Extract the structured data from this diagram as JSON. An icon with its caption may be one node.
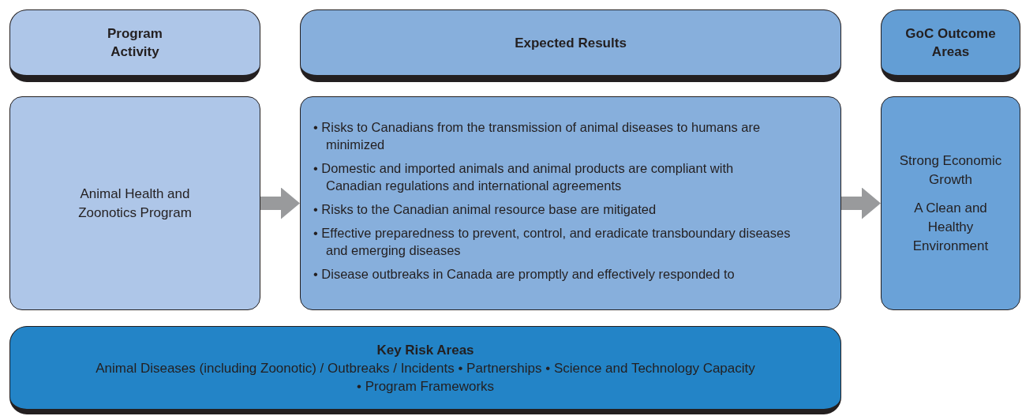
{
  "diagram": {
    "nodes": [
      {
        "text": [
          "Program Activity"
        ]
      },
      {
        "text": [
          "Expected Results"
        ]
      },
      {
        "text": [
          "GoC Outcome Areas"
        ]
      },
      {
        "text": [
          "Animal Health and Zoonotics Program"
        ]
      },
      {
        "text": [
          "• Risks to Canadians from the transmission of animal diseases to humans are minimized",
          "• Domestic and imported animals and animal products are compliant with Canadian regulations and international agreements",
          "• Risks to the Canadian animal resource base are mitigated",
          "• Effective preparedness to prevent, control, and eradicate transboundary diseases and emerging diseases",
          "• Disease outbreaks in Canada are promptly and effectively responded to"
        ]
      },
      {
        "text": [
          "Strong Economic Growth",
          "A Clean and Healthy Environment"
        ]
      },
      {
        "text": [
          "Key Risk Areas",
          "Animal Diseases (including Zoonotic) / Outbreaks / Incidents • Partnerships • Science and Technology Capacity • Program Frameworks"
        ]
      }
    ],
    "edges": [
      {
        "from": 3,
        "to": 4,
        "arrow": "to"
      },
      {
        "from": 4,
        "to": 5,
        "arrow": "to"
      }
    ]
  }
}
